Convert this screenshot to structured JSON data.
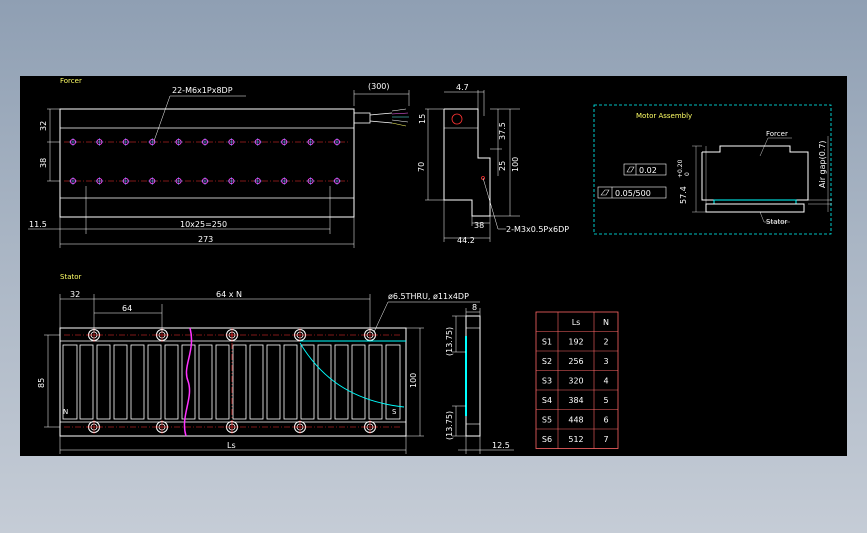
{
  "drawing": {
    "forcer": {
      "section_title": "Forcer",
      "tap_note": "22-M6x1Px8DP",
      "cable_length": "(300)",
      "dim_32": "32",
      "dim_38": "38",
      "dim_11_5": "11.5",
      "dim_pitch": "10x25=250",
      "dim_273": "273"
    },
    "side_view": {
      "dim_4_7": "4.7",
      "dim_15": "15",
      "dim_37_5": "37.5",
      "dim_25": "25",
      "dim_70": "70",
      "dim_100": "100",
      "dim_38": "38",
      "dim_44_2": "44.2",
      "screw_note": "2-M3x0.5Px6DP"
    },
    "motor_assembly": {
      "title": "Motor Assembly",
      "forcer_label": "Forcer",
      "stator_label": "Stator",
      "flatness": "0.02",
      "parallelism": "0.05/500",
      "height": "57.4",
      "tol_upper": "+0.20",
      "tol_lower": "0",
      "air_gap": "Air gap(0.7)"
    },
    "stator": {
      "section_title": "Stator",
      "dim_32": "32",
      "dim_64": "64",
      "dim_64xN": "64 x N",
      "hole_note": "ø6.5THRU, ø11x4DP",
      "dim_85": "85",
      "dim_100": "100",
      "pole_n": "N",
      "pole_s": "S",
      "length_label": "Ls"
    },
    "stator_side": {
      "dim_8": "8",
      "dim_13_75_top": "(13.75)",
      "dim_13_75_bottom": "(13.75)",
      "dim_12_5": "12.5"
    },
    "table": {
      "headers": [
        "",
        "Ls",
        "N"
      ],
      "rows": [
        [
          "S1",
          "192",
          "2"
        ],
        [
          "S2",
          "256",
          "3"
        ],
        [
          "S3",
          "320",
          "4"
        ],
        [
          "S4",
          "384",
          "5"
        ],
        [
          "S5",
          "448",
          "6"
        ],
        [
          "S6",
          "512",
          "7"
        ]
      ]
    }
  }
}
